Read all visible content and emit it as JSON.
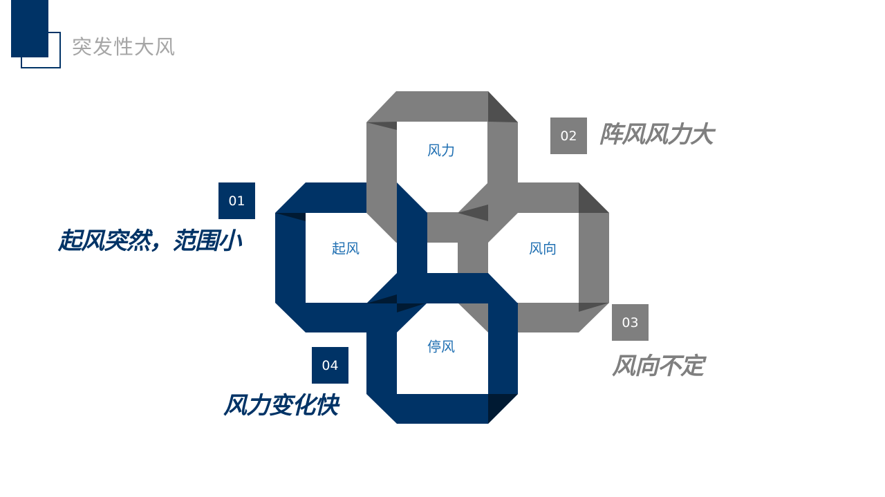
{
  "page": {
    "title": "突发性大风"
  },
  "colors": {
    "navy": "#003366",
    "gray": "#7f7f7f",
    "gray_dark": "#4f4f4f",
    "navy_dark": "#001a33",
    "label_blue": "#1f6fb2",
    "title_gray": "#a6a6a6"
  },
  "rings": [
    {
      "label": "起风",
      "color": "navy"
    },
    {
      "label": "风力",
      "color": "gray"
    },
    {
      "label": "风向",
      "color": "gray"
    },
    {
      "label": "停风",
      "color": "navy"
    }
  ],
  "items": [
    {
      "number": "01",
      "text": "起风突然，范围小",
      "color": "navy"
    },
    {
      "number": "02",
      "text": "阵风风力大",
      "color": "gray"
    },
    {
      "number": "03",
      "text": "风向不定",
      "color": "gray"
    },
    {
      "number": "04",
      "text": "风力变化快",
      "color": "navy"
    }
  ]
}
